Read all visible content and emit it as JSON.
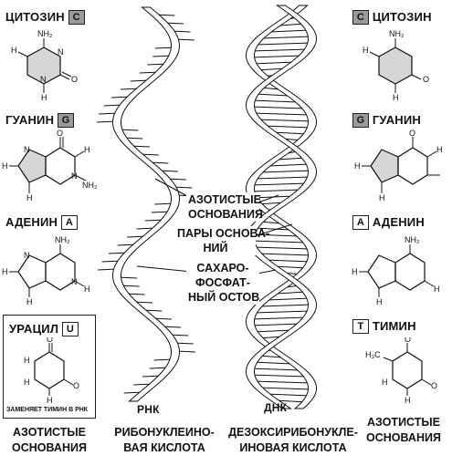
{
  "left_bases": {
    "cytosine": {
      "name": "ЦИТОЗИН",
      "letter": "C"
    },
    "guanine": {
      "name": "ГУАНИН",
      "letter": "G"
    },
    "adenine": {
      "name": "АДЕНИН",
      "letter": "A"
    },
    "uracil": {
      "name": "УРАЦИЛ",
      "letter": "U",
      "note": "ЗАМЕНЯЕТ ТИМИН В РНК"
    }
  },
  "right_bases": {
    "cytosine": {
      "name": "ЦИТОЗИН",
      "letter": "C"
    },
    "guanine": {
      "name": "ГУАНИН",
      "letter": "G"
    },
    "adenine": {
      "name": "АДЕНИН",
      "letter": "A"
    },
    "thymine": {
      "name": "ТИМИН",
      "letter": "T"
    }
  },
  "atoms": {
    "nh2": "NH₂",
    "h": "H",
    "n": "N",
    "o": "O",
    "h3c": "H₃C"
  },
  "labels": {
    "nitrogen_bases": [
      "АЗОТИСТЫЕ",
      "ОСНОВАНИЯ"
    ],
    "base_pairs": [
      "ПАРЫ ОСНОВА-",
      "НИЙ"
    ],
    "backbone": [
      "САХАРО-",
      "ФОСФАТ-",
      "НЫЙ ОСТОВ"
    ]
  },
  "helix_labels": {
    "rna": "РНК",
    "dna": "ДНК"
  },
  "captions": {
    "left": [
      "АЗОТИСТЫЕ",
      "ОСНОВАНИЯ"
    ],
    "rna": [
      "РИБОНУКЛЕИНО-",
      "ВАЯ КИСЛОТА"
    ],
    "dna": [
      "ДЕЗОКСИРИБОНУКЛЕ-",
      "ИНОВАЯ КИСЛОТА"
    ],
    "right": [
      "АЗОТИСТЫЕ",
      "ОСНОВАНИЯ"
    ]
  },
  "colors": {
    "highlight_fill": "#d6d6d6",
    "letter_box_dark": "#9a9a9a",
    "ink": "#111111"
  }
}
